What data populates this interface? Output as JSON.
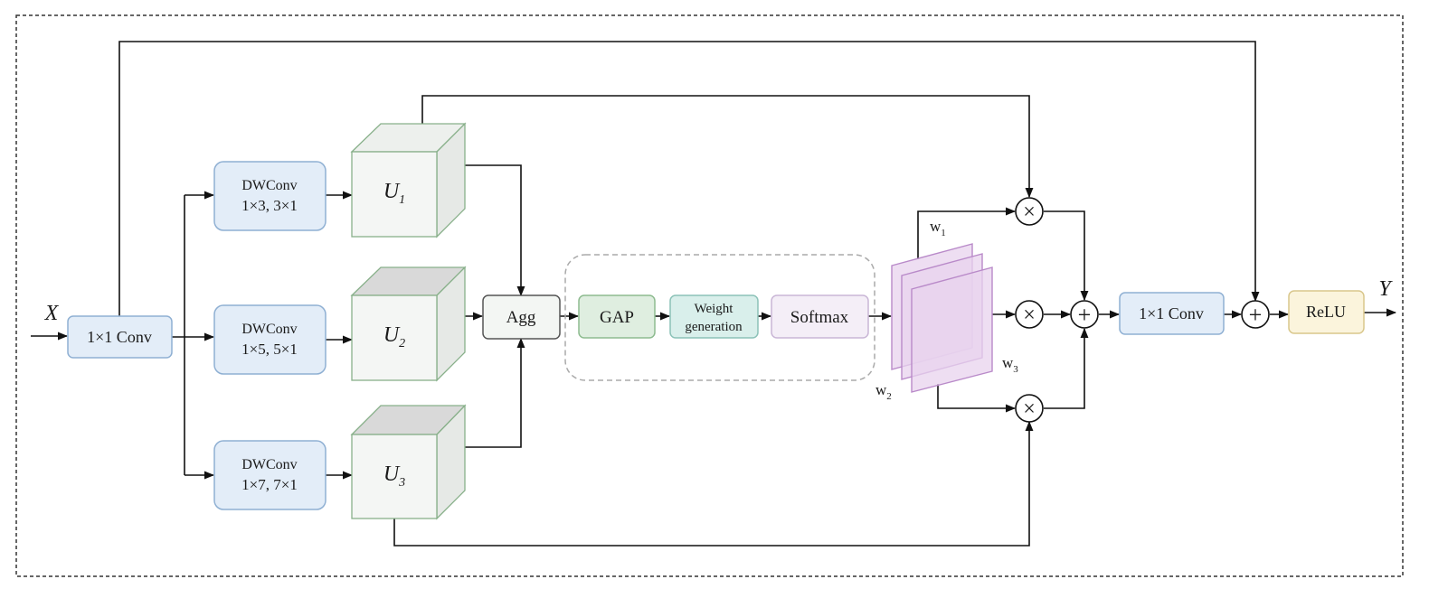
{
  "input": {
    "label": "X"
  },
  "output": {
    "label": "Y"
  },
  "conv_in": {
    "label": "1×1 Conv"
  },
  "branches": [
    {
      "dw_title": "DWConv",
      "dw_kernel": "1×3, 3×1",
      "u_letter": "U",
      "u_sub": "1"
    },
    {
      "dw_title": "DWConv",
      "dw_kernel": "1×5, 5×1",
      "u_letter": "U",
      "u_sub": "2"
    },
    {
      "dw_title": "DWConv",
      "dw_kernel": "1×7, 7×1",
      "u_letter": "U",
      "u_sub": "3"
    }
  ],
  "agg": {
    "label": "Agg"
  },
  "gap": {
    "label": "GAP"
  },
  "weight_gen": {
    "line1": "Weight",
    "line2": "generation"
  },
  "softmax": {
    "label": "Softmax"
  },
  "weights": [
    {
      "letter": "w",
      "sub": "1"
    },
    {
      "letter": "w",
      "sub": "2"
    },
    {
      "letter": "w",
      "sub": "3"
    }
  ],
  "operators": {
    "multiply": "×",
    "add": "+"
  },
  "conv_out": {
    "label": "1×1 Conv"
  },
  "relu": {
    "label": "ReLU"
  },
  "colors": {
    "blue_fill": "#e3edf8",
    "blue_stroke": "#8fb0d3",
    "green_fill": "#dfeee0",
    "green_stroke": "#8dbb8f",
    "teal_fill": "#d9efeb",
    "teal_stroke": "#8cc2b8",
    "lilac_fill": "#f4eef7",
    "lilac_stroke": "#c9b6d6",
    "cream_fill": "#fbf4dc",
    "cream_stroke": "#d9c78c",
    "agg_fill": "#f3f6f3",
    "agg_stroke": "#555555",
    "cube_front": "#f4f6f4",
    "cube_side": "#e6e9e6",
    "cube_top_light": "#edf0ed",
    "cube_top_dark": "#d9d9d9",
    "cube_stroke": "#88b08a",
    "weight_fill": "#e8d3ee",
    "weight_stroke": "#b98ac9",
    "line": "#111111",
    "dash": "#aaaaaa"
  }
}
